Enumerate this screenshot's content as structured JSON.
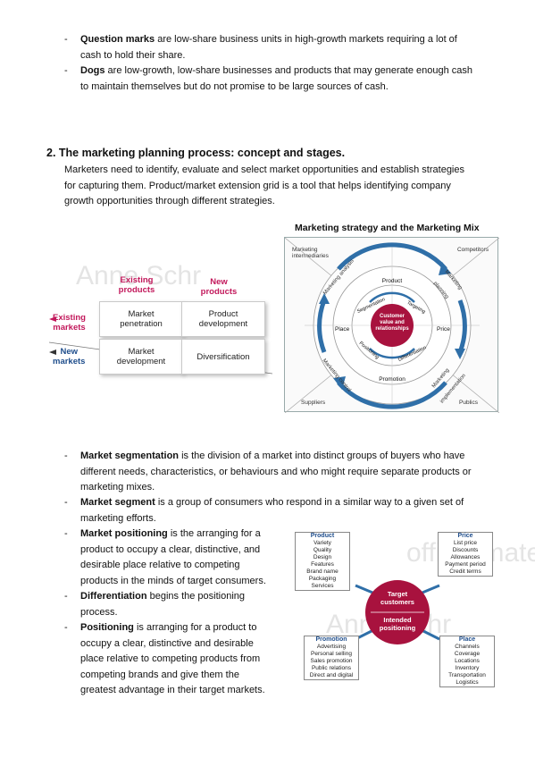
{
  "top_bullets": [
    {
      "term": "Question marks",
      "rest": " are low-share business units in high-growth markets requiring a lot of",
      "cont": "cash to hold their share."
    },
    {
      "term": "Dogs",
      "rest": " are low-growth, low-share businesses and products that may generate enough cash",
      "cont": "to maintain themselves but do not promise to be large sources of cash."
    }
  ],
  "section": {
    "heading": "2.  The marketing planning process: concept and stages.",
    "lines": [
      "Marketers need to identify, evaluate and select market opportunities and establish strategies",
      "for capturing them. Product/market extension grid is a tool that helps identifying company",
      "growth opportunities through different strategies."
    ]
  },
  "watermarks": [
    "officialmate",
    "Anne Schr",
    "officialmate",
    "Anne Schr"
  ],
  "ansoff": {
    "col_existing": [
      "Existing",
      "products"
    ],
    "col_new": [
      "New",
      "products"
    ],
    "row_existing": [
      "Existing",
      "markets"
    ],
    "row_new": [
      "New",
      "markets"
    ],
    "cells": {
      "penetration": [
        "Market",
        "penetration"
      ],
      "product_dev": [
        "Product",
        "development"
      ],
      "market_dev": [
        "Market",
        "development"
      ],
      "diversification": [
        "Diversification"
      ]
    },
    "accent": "#c2185b"
  },
  "strategy": {
    "title": "Marketing strategy and the Marketing Mix",
    "corners": {
      "tl": [
        "Marketing",
        "intermediaries"
      ],
      "tr": [
        "Competitors"
      ],
      "bl": [
        "Suppliers"
      ],
      "br": [
        "Publics"
      ]
    },
    "ring_labels": [
      "Marketing analysis",
      "Marketing planning",
      "Marketing implementation",
      "Marketing control"
    ],
    "mix_labels": [
      "Product",
      "Price",
      "Promotion",
      "Place"
    ],
    "inner_labels": [
      "Segmentation",
      "Targeting",
      "Differentiation",
      "Positioning"
    ],
    "center": [
      "Customer",
      "value and",
      "relationships"
    ],
    "center_color": "#a8123e",
    "arrow_color": "#2f6fa8"
  },
  "lower_bullets": [
    {
      "term": "Market segmentation",
      "lines": [
        " is the division of a market into distinct groups of buyers who have",
        "different needs, characteristics, or behaviours and who might require separate products or",
        "marketing mixes."
      ]
    },
    {
      "term": "Market segment",
      "lines": [
        " is a group of consumers who respond in a similar way to a given set of",
        "marketing efforts."
      ]
    },
    {
      "term": "Market positioning",
      "lines": [
        " is the arranging for a",
        "product to occupy a clear, distinctive, and",
        "desirable place relative to competing",
        "products in the minds of target consumers."
      ]
    },
    {
      "term": "Differentiation",
      "lines": [
        " begins the positioning",
        "process."
      ]
    },
    {
      "term": "Positioning",
      "lines": [
        " is arranging for a product to",
        "occupy a clear, distinctive and desirable",
        "place relative to competing products from",
        "competing brands and give them the",
        "greatest advantage in their target markets."
      ]
    }
  ],
  "mix": {
    "center_top": [
      "Target",
      "customers"
    ],
    "center_bottom": [
      "Intended",
      "positioning"
    ],
    "product": {
      "title": "Product",
      "items": [
        "Variety",
        "Quality",
        "Design",
        "Features",
        "Brand name",
        "Packaging",
        "Services"
      ]
    },
    "price": {
      "title": "Price",
      "items": [
        "List price",
        "Discounts",
        "Allowances",
        "Payment period",
        "Credit terms"
      ]
    },
    "promotion": {
      "title": "Promotion",
      "items": [
        "Advertising",
        "Personal selling",
        "Sales promotion",
        "Public relations",
        "Direct and digital"
      ]
    },
    "place": {
      "title": "Place",
      "items": [
        "Channels",
        "Coverage",
        "Locations",
        "Inventory",
        "Transportation",
        "Logistics"
      ]
    },
    "center_color": "#a8123e"
  }
}
